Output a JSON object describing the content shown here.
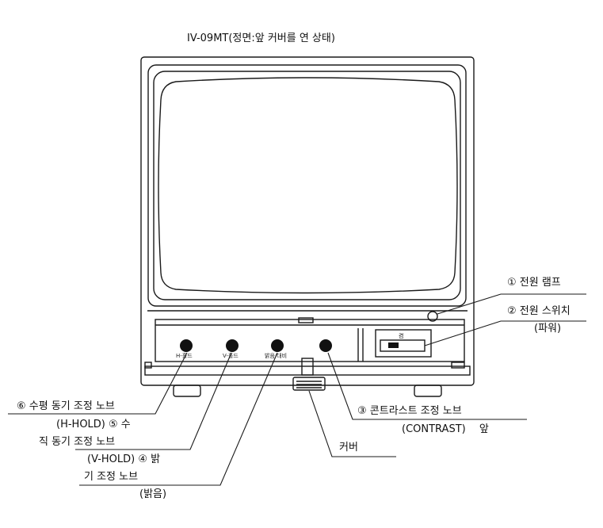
{
  "title": "IV-09MT(정면:앞 커버를 연 상태)",
  "panel": {
    "knob_labels": [
      "H-홀드",
      "V-홀드",
      "밝음/대비"
    ],
    "switch_label": "켬"
  },
  "callouts": {
    "power_lamp": "① 전원 램프",
    "power_switch": "② 전원 스위치",
    "power_switch_sub": "(파워)",
    "contrast": "③ 콘트라스트 조정 노브",
    "contrast_sub": "(CONTRAST)　 앞",
    "cover": "커버",
    "h_hold_1": "⑥ 수평 동기 조정 노브",
    "h_hold_2": "(H-HOLD) ⑤ 수",
    "v_hold_1": "직 동기 조정 노브",
    "v_hold_2": "(V-HOLD) ④ 밝",
    "bright_1": "기 조정 노브",
    "bright_2": "(밝음)"
  }
}
